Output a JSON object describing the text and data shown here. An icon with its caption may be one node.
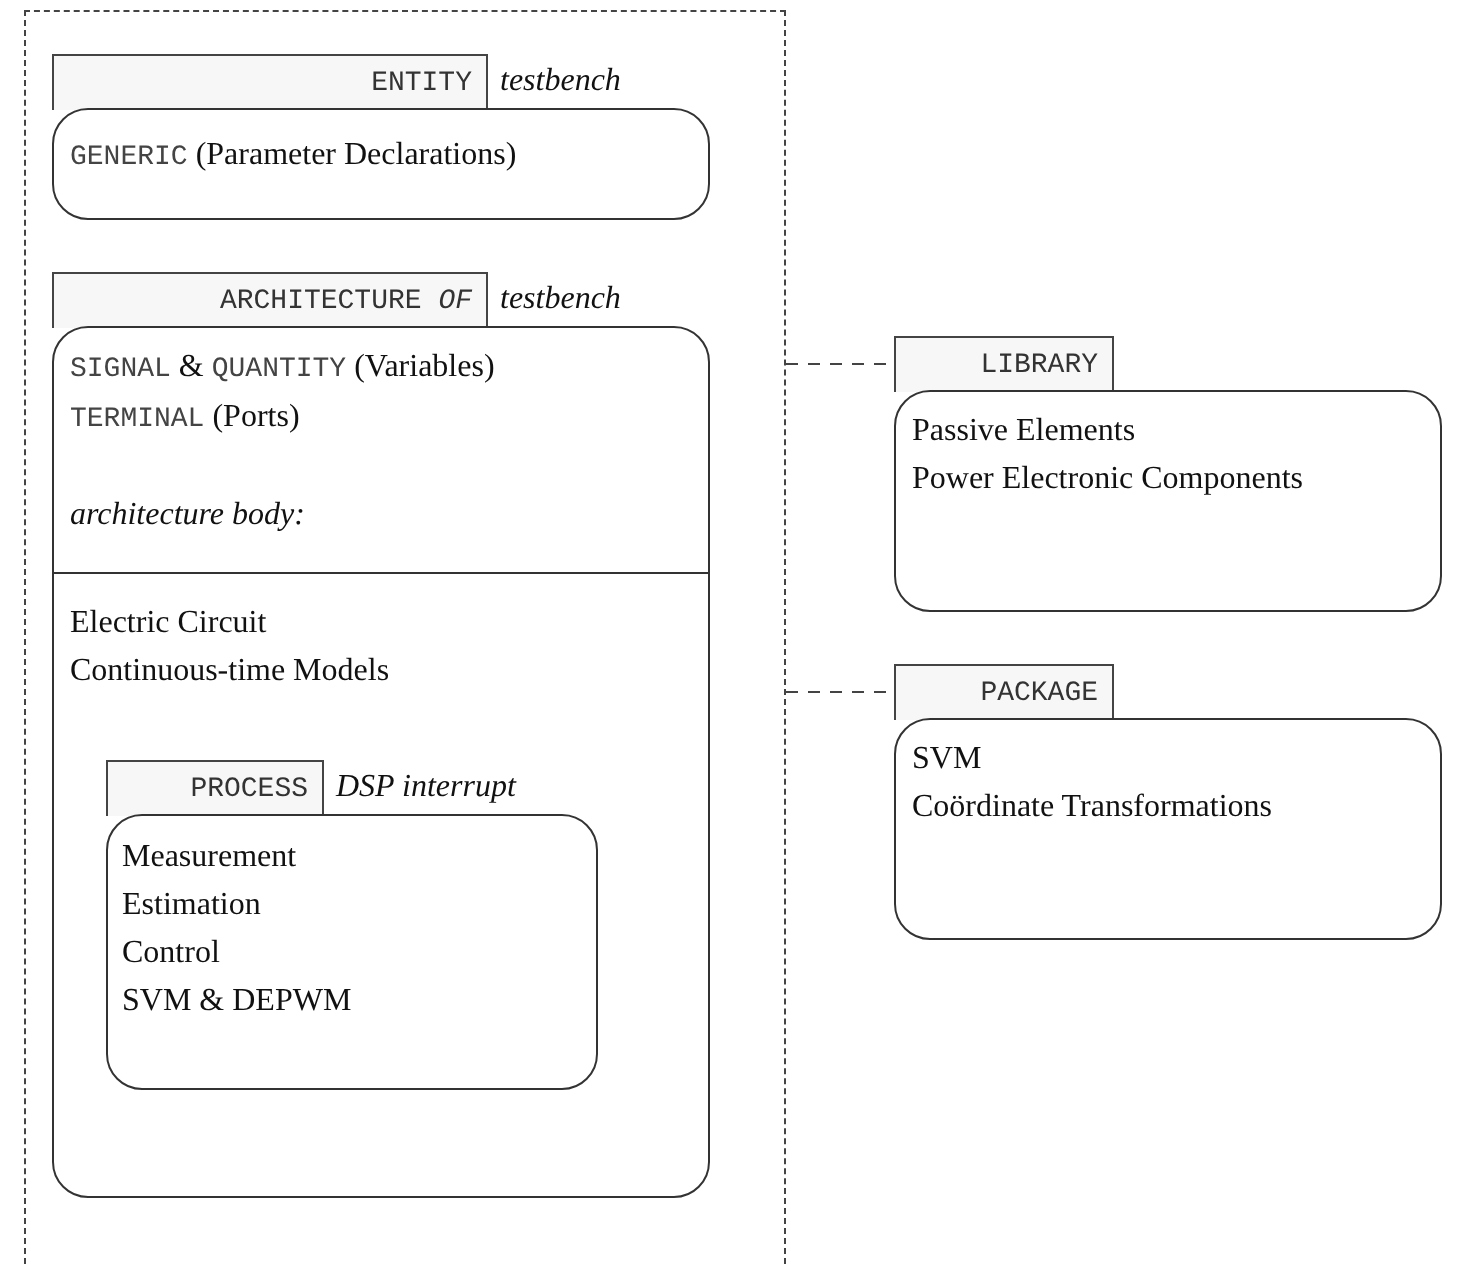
{
  "diagram": {
    "nodes": [
      {
        "text": [],
        "shape": "box"
      },
      {
        "text": [
          "ENTITY",
          "testbench",
          "GENERIC (Parameter Declarations)"
        ],
        "in": 0
      },
      {
        "text": [
          "ARCHITECTURE *OF*",
          "testbench",
          "SIGNAL & QUANTITY (Variables)",
          "TERMINAL (Ports)",
          "architecture body:",
          "Electric Circuit",
          "Continuous-time Models"
        ],
        "in": 0
      },
      {
        "text": [
          "PROCESS",
          "DSP interrupt",
          "Measurement",
          "Estimation",
          "Control",
          "SVM & DEPWM"
        ],
        "in": 2
      },
      {
        "text": [
          "LIBRARY",
          "Passive Elements",
          "Power Electronic Components"
        ]
      },
      {
        "text": [
          "PACKAGE",
          "SVM",
          "Coördinate Transformations"
        ]
      }
    ],
    "edges": [
      {
        "from": 0,
        "to": 4,
        "arrow": "none",
        "style": "dashed"
      },
      {
        "from": 0,
        "to": 5,
        "arrow": "none",
        "style": "dashed"
      }
    ]
  }
}
